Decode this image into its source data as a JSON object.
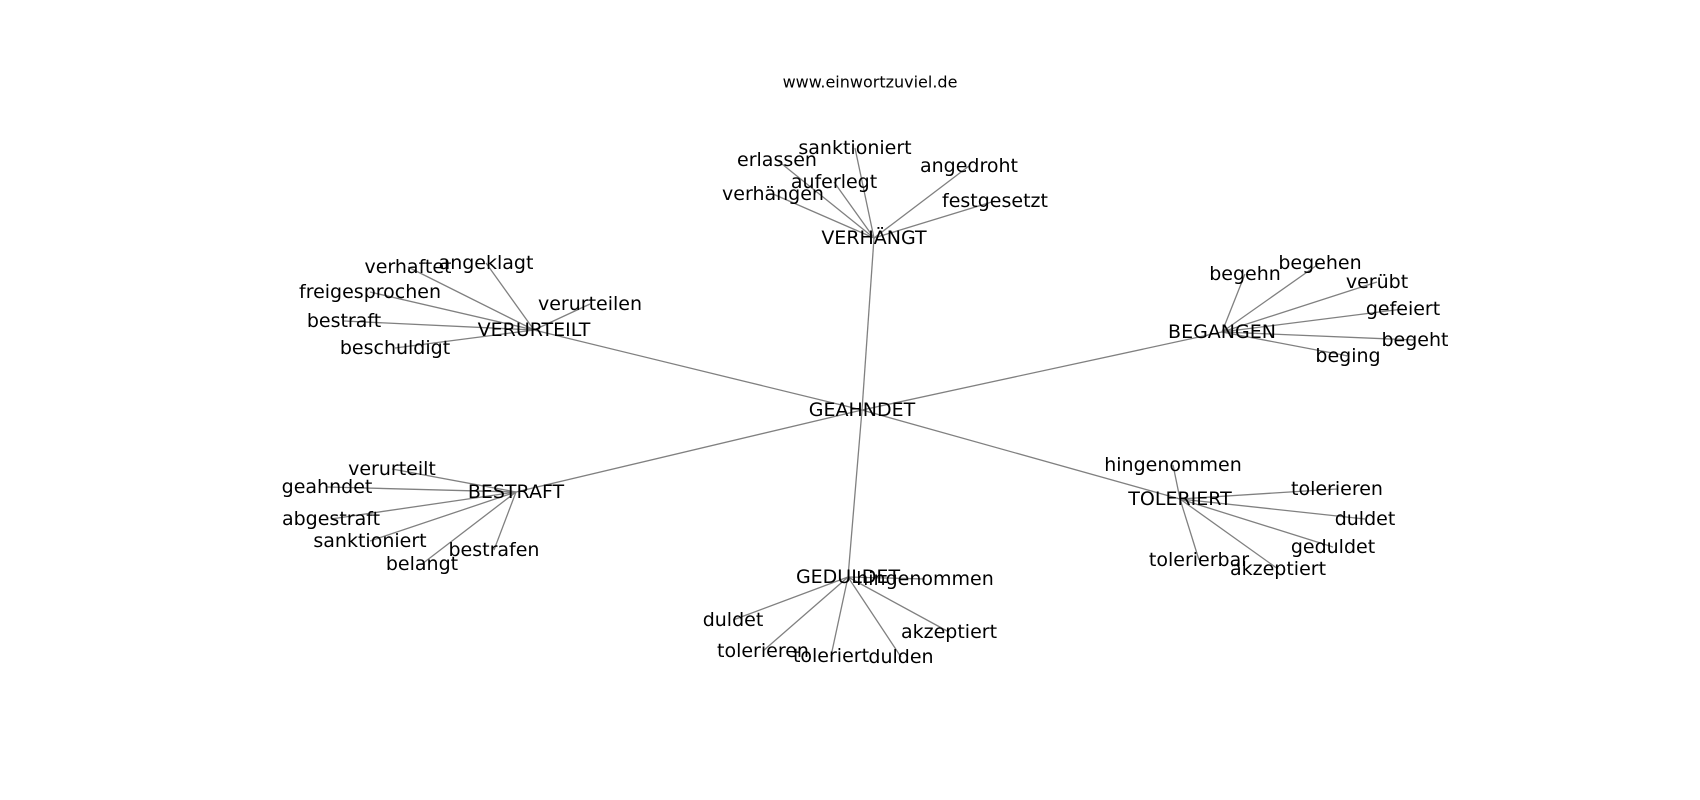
{
  "site_label": "www.einwortzuviel.de",
  "graph": {
    "root": "GEAHNDET",
    "clusters": [
      {
        "hub": "VERHÄNGT",
        "leaves": [
          "verhängen",
          "erlassen",
          "auferlegt",
          "sanktioniert",
          "angedroht",
          "festgesetzt"
        ]
      },
      {
        "hub": "VERURTEILT",
        "leaves": [
          "verhaftet",
          "angeklagt",
          "freigesprochen",
          "bestraft",
          "beschuldigt",
          "verurteilen"
        ]
      },
      {
        "hub": "BEGANGEN",
        "leaves": [
          "begehn",
          "begehen",
          "verübt",
          "gefeiert",
          "begeht",
          "beging"
        ]
      },
      {
        "hub": "BESTRAFT",
        "leaves": [
          "verurteilt",
          "geahndet",
          "abgestraft",
          "sanktioniert",
          "belangt",
          "bestrafen"
        ]
      },
      {
        "hub": "TOLERIERT",
        "leaves": [
          "hingenommen",
          "tolerieren",
          "duldet",
          "geduldet",
          "akzeptiert",
          "tolerierbar"
        ]
      },
      {
        "hub": "GEDULDET",
        "leaves": [
          "hingenommen",
          "duldet",
          "tolerieren",
          "toleriert",
          "dulden",
          "akzeptiert"
        ]
      }
    ]
  }
}
